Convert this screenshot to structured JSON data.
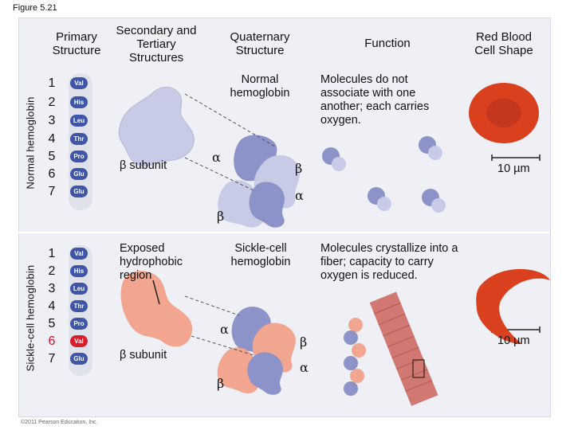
{
  "figure_label": "Figure 5.21",
  "columns": {
    "primary": "Primary Structure",
    "secondary_tertiary": "Secondary and Tertiary Structures",
    "quaternary": "Quaternary Structure",
    "function": "Function",
    "rbc_shape": "Red Blood Cell Shape"
  },
  "rows": {
    "normal": {
      "label": "Normal hemoglobin",
      "residues": [
        {
          "pos": "1",
          "aa": "Val"
        },
        {
          "pos": "2",
          "aa": "His"
        },
        {
          "pos": "3",
          "aa": "Leu"
        },
        {
          "pos": "4",
          "aa": "Thr"
        },
        {
          "pos": "5",
          "aa": "Pro"
        },
        {
          "pos": "6",
          "aa": "Glu"
        },
        {
          "pos": "7",
          "aa": "Glu"
        }
      ],
      "subunit_label": "β subunit",
      "quaternary_title": "Normal hemoglobin",
      "alpha1": "α",
      "beta1": "β",
      "alpha2": "α",
      "beta2": "β",
      "function_text": "Molecules do not associate with one another; each carries oxygen.",
      "scale": "10 µm"
    },
    "sickle": {
      "label": "Sickle-cell hemoglobin",
      "residues": [
        {
          "pos": "1",
          "aa": "Val"
        },
        {
          "pos": "2",
          "aa": "His"
        },
        {
          "pos": "3",
          "aa": "Leu"
        },
        {
          "pos": "4",
          "aa": "Thr"
        },
        {
          "pos": "5",
          "aa": "Pro"
        },
        {
          "pos": "6",
          "aa": "Val"
        },
        {
          "pos": "7",
          "aa": "Glu"
        }
      ],
      "mutated_index": 5,
      "region_label": "Exposed hydrophobic region",
      "subunit_label": "β subunit",
      "quaternary_title": "Sickle-cell hemoglobin",
      "alpha1": "α",
      "beta1": "β",
      "alpha2": "α",
      "beta2": "β",
      "function_text": "Molecules crystallize into a fiber; capacity to carry oxygen is reduced.",
      "scale": "10 µm"
    }
  },
  "copyright": "©2011 Pearson Education, Inc.",
  "colors": {
    "residue": "#3f55a8",
    "mutant": "#d81e2a",
    "beta_normal": "#c8cbe6",
    "beta_sickle": "#f2a58f",
    "rbc": "#d8401e"
  }
}
